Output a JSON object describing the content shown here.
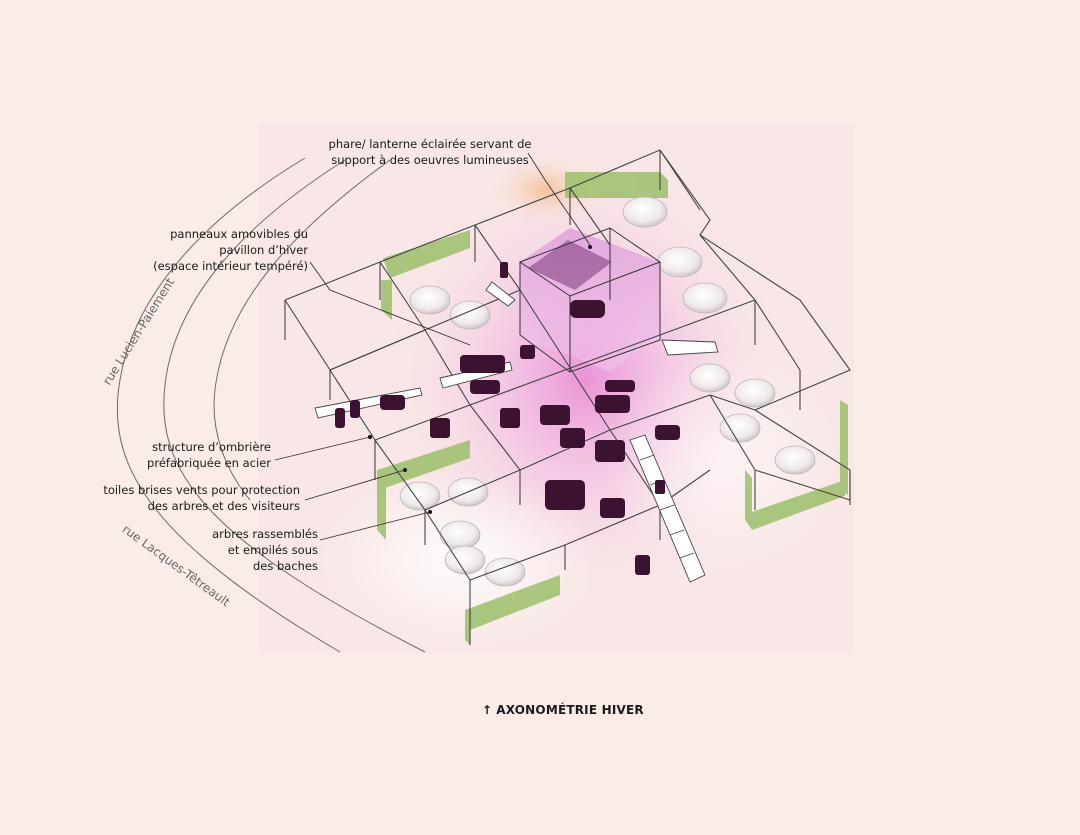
{
  "labels": {
    "lantern": [
      "phare/ lanterne éclairée servant de",
      "support à des oeuvres lumineuses"
    ],
    "panels": [
      "panneaux amovibles du",
      "pavillon d’hiver",
      "(espace intérieur tempéré)"
    ],
    "structure": [
      "structure d’ombrière",
      "préfabriquée en acier"
    ],
    "windbreak": [
      "toiles brises vents pour protection",
      "des arbres et des visiteurs"
    ],
    "trees": [
      "arbres rassemblés",
      "et empilés sous",
      "des baches"
    ]
  },
  "streets": {
    "north": "rue Lucien-Paiement",
    "south": "rue Lacques-Têtreault"
  },
  "caption": {
    "arrow": "↑",
    "title": "AXONOMÉTRIE HIVER"
  },
  "colors": {
    "background": "#fbece7",
    "green_panel": "#9cc06a",
    "glow": "#e46ad0",
    "frame": "#444444"
  }
}
